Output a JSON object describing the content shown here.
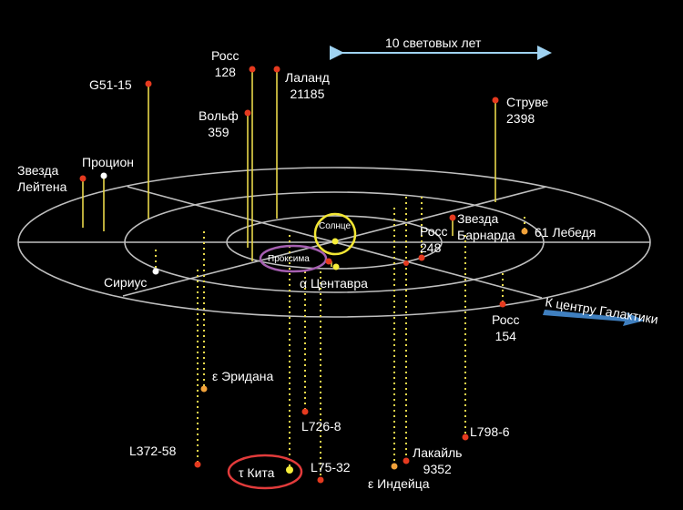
{
  "scale_label": "10 световых лет",
  "galactic_center_label": "К центру Галактики",
  "colors": {
    "background": "#000000",
    "rings": "#bfbfbf",
    "stem": "#e8d84a",
    "red_star": "#e53a1f",
    "orange_star": "#f2a23a",
    "yellow_star": "#f7ee3a",
    "white_star": "#ffffff",
    "sun_circle": "#f2e634",
    "proxima_circle": "#a55fb0",
    "tau_circle": "#e23b3b",
    "arrow": "#9fd3f2",
    "galaxy_arrow": "#3f7fbf"
  },
  "stars": [
    {
      "id": "sun",
      "label": "Солнце",
      "color": "yellow"
    },
    {
      "id": "proxima",
      "label": "Проксима",
      "color": "red"
    },
    {
      "id": "alpha_cen",
      "label": "α Центавра",
      "color": "yellow"
    },
    {
      "id": "g51",
      "label": "G51-15",
      "color": "red"
    },
    {
      "id": "ross128",
      "label": "Росс\n128",
      "color": "red"
    },
    {
      "id": "lalande",
      "label": "Лаланд\n21185",
      "color": "red"
    },
    {
      "id": "wolf",
      "label": "Вольф\n359",
      "color": "red"
    },
    {
      "id": "struve",
      "label": "Струве\n2398",
      "color": "red"
    },
    {
      "id": "luyten",
      "label": "Звезда\nЛейтена",
      "color": "red"
    },
    {
      "id": "procyon",
      "label": "Процион",
      "color": "white"
    },
    {
      "id": "sirius",
      "label": "Сириус",
      "color": "white"
    },
    {
      "id": "ross248",
      "label": "Росс\n248",
      "color": "red"
    },
    {
      "id": "barnard",
      "label": "Звезда\nБарнарда",
      "color": "red"
    },
    {
      "id": "cyg61",
      "label": "61 Лебедя",
      "color": "orange"
    },
    {
      "id": "ross154",
      "label": "Росс\n154",
      "color": "red"
    },
    {
      "id": "eps_eri",
      "label": "ε Эридана",
      "color": "orange"
    },
    {
      "id": "l726",
      "label": "L726-8",
      "color": "red"
    },
    {
      "id": "l372",
      "label": "L372-58",
      "color": "red"
    },
    {
      "id": "tau_ceti",
      "label": "τ Кита",
      "color": "yellow"
    },
    {
      "id": "l75",
      "label": "L75-32",
      "color": "red"
    },
    {
      "id": "eps_ind",
      "label": "ε Индейца",
      "color": "orange"
    },
    {
      "id": "lacaille",
      "label": "Лакайль\n9352",
      "color": "red"
    },
    {
      "id": "l798",
      "label": "L798-6",
      "color": "red"
    }
  ]
}
